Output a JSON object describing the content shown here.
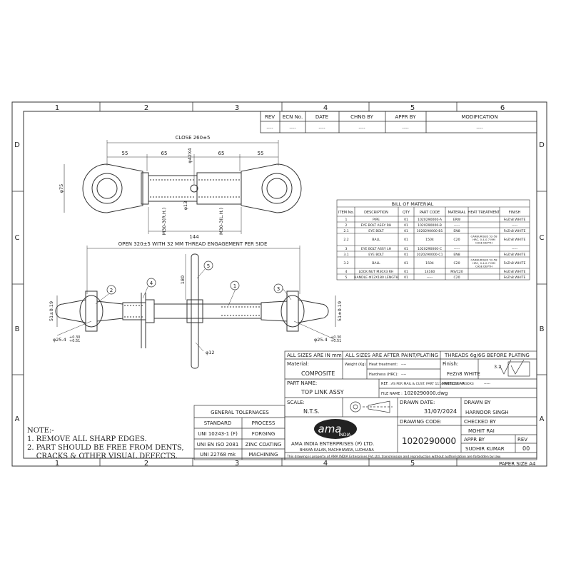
{
  "frame": {
    "columns": [
      "1",
      "2",
      "3",
      "4",
      "5",
      "6"
    ],
    "rows": [
      "D",
      "C",
      "B",
      "A"
    ],
    "paper_size": "PAPER SIZE A4"
  },
  "revision_table": {
    "headers": [
      "REV",
      "ECN No.",
      "DATE",
      "CHNG BY",
      "APPR BY",
      "MODIFICATION"
    ],
    "values": [
      "-----",
      "-----",
      "-----",
      "-----",
      "-----",
      "-----"
    ]
  },
  "dimensions": {
    "close": "CLOSE 260±5",
    "d55a": "55",
    "d65a": "65",
    "d65b": "65",
    "d55b": "55",
    "phi75": "φ75",
    "phi42": "φ42X4",
    "phi13": "φ13",
    "m30_rh": "M30-3(R.H.)",
    "m30_lh": "M30-3(L.H.)",
    "d144": "144",
    "open": "OPEN 320±5 WITH 32 MM THREAD ENGAGEMENT PER SIDE",
    "d180": "180",
    "phi12": "φ12",
    "ball_w_l": "51±0.19",
    "ball_w_r": "51±0.19",
    "bore_l": "φ25.4",
    "bore_l_tol": "+0.30\n+0.51",
    "bore_r": "φ25.4",
    "bore_r_tol": "+0.30\n+0.51",
    "balloons": [
      "1",
      "2",
      "3",
      "4",
      "5"
    ]
  },
  "bom": {
    "title": "BILL OF MATERIAL",
    "headers": [
      "ITEM No.",
      "DESCRIPTION",
      "QTY",
      "PART CODE",
      "MATERIAL",
      "HEAT TREATMENT",
      "FINISH"
    ],
    "rows": [
      [
        "1",
        "PIPE",
        "01",
        "1020290000-A",
        "ERW",
        "",
        "FeZn8 WHITE"
      ],
      [
        "2",
        "EYE BOLT ASSY RH",
        "01",
        "1020290000-B",
        "-----",
        "",
        "-----"
      ],
      [
        "2.1",
        "EYE BOLT",
        "01",
        "1020290000-B1",
        "EN8",
        "",
        "FeZn8 WHITE"
      ],
      [
        "2.2",
        "BALL",
        "01",
        "1504",
        "C20",
        "CARBURISED 52-58 HRC, 0.4-0.7 MM CASE DEPTH",
        "FeZn8 WHITE"
      ],
      [
        "3",
        "EYE BOLT ASSY LH",
        "01",
        "1020290000-C",
        "-----",
        "",
        "-----"
      ],
      [
        "3.1",
        "EYE BOLT",
        "01",
        "1020290000-C1",
        "EN8",
        "",
        "FeZn8 WHITE"
      ],
      [
        "3.2",
        "BALL",
        "01",
        "1504",
        "C20",
        "CARBURISED 52-58 HRC, 0.4-0.7 MM CASE DEPTH",
        "FeZn8 WHITE"
      ],
      [
        "4",
        "LOCK NUT M30X3 RH",
        "01",
        "14160",
        "MS/C20",
        "",
        "FeZn8 WHITE"
      ],
      [
        "5",
        "HANDLE Φ12X180 LENGTH",
        "01",
        "-----",
        "C20",
        "",
        "FeZn8 WHITE"
      ]
    ]
  },
  "title_block": {
    "sizes_mm": "ALL SIZES ARE IN mm",
    "sizes_paint": "ALL SIZES ARE AFTER PAINT/PLATING",
    "threads": "THREADS 6g/6G BEFORE PLATING",
    "material_label": "Material:",
    "material_value": "COMPOSITE",
    "weight_label": "Weight (Kg)",
    "heat_label": "Heat treatment:",
    "heat_value": "----",
    "hardness_label": "Hardness (HRC):",
    "hardness_value": "----",
    "finish_label": "Finish:",
    "finish_value": "FeZn8 WHITE",
    "roughness": "3.2",
    "part_name_label": "PART NAME:",
    "part_name": "TOP LINK ASSY",
    "ref_label": "REF. :",
    "ref_value": "AS PER MAIL & CUST. PART 1114401022SP - M30X3",
    "particular_label": "PARTICULAR:",
    "particular_value": "-----",
    "file_label": "FILE NAME :",
    "file_value": "1020290000.dwg",
    "scale_label": "SCALE:",
    "scale_value": "N.T.S.",
    "drawn_date_label": "DRAWN DATE:",
    "drawn_date": "31/07/2024",
    "drawn_by_label": "DRAWN BY",
    "drawn_by": "HARNOOR SINGH",
    "checked_by_label": "CHECKED BY",
    "checked_by": "MOHIT RAI",
    "appr_by_label": "APPR BY",
    "appr_by": "SUDHIR KUMAR",
    "rev_label": "REV",
    "rev_value": "00",
    "drawing_code_label": "DRAWING CODE:",
    "drawing_code": "1020290000",
    "company_logo_text": "ama",
    "company_logo_sub": "INDIA",
    "company_name": "AMA INDIA ENTERPRISES (P) LTD.",
    "company_address": "BHAMA KALAN, MACHHIWARA, LUDHIANA",
    "property_note": "This drawing is property of AMA INDIA Enterprises Pvt.Ltd, transmission and reproduction without authorisation are forbidden by law."
  },
  "tolerances": {
    "title": "GENERAL TOLERNACES",
    "headers": [
      "STANDARD",
      "PROCESS"
    ],
    "rows": [
      [
        "UNI 10243-1 (F)",
        "FORGING"
      ],
      [
        "UNI EN ISO 2081",
        "ZINC COATING"
      ],
      [
        "UNI  22768 mk",
        "MACHINING"
      ]
    ]
  },
  "notes": {
    "title": "NOTE:-",
    "lines": [
      "1. REMOVE ALL SHARP EDGES.",
      "2. PART SHOULD BE FREE FROM DENTS,",
      "    CRACKS & OTHER VISUAL DEFECTS."
    ]
  }
}
